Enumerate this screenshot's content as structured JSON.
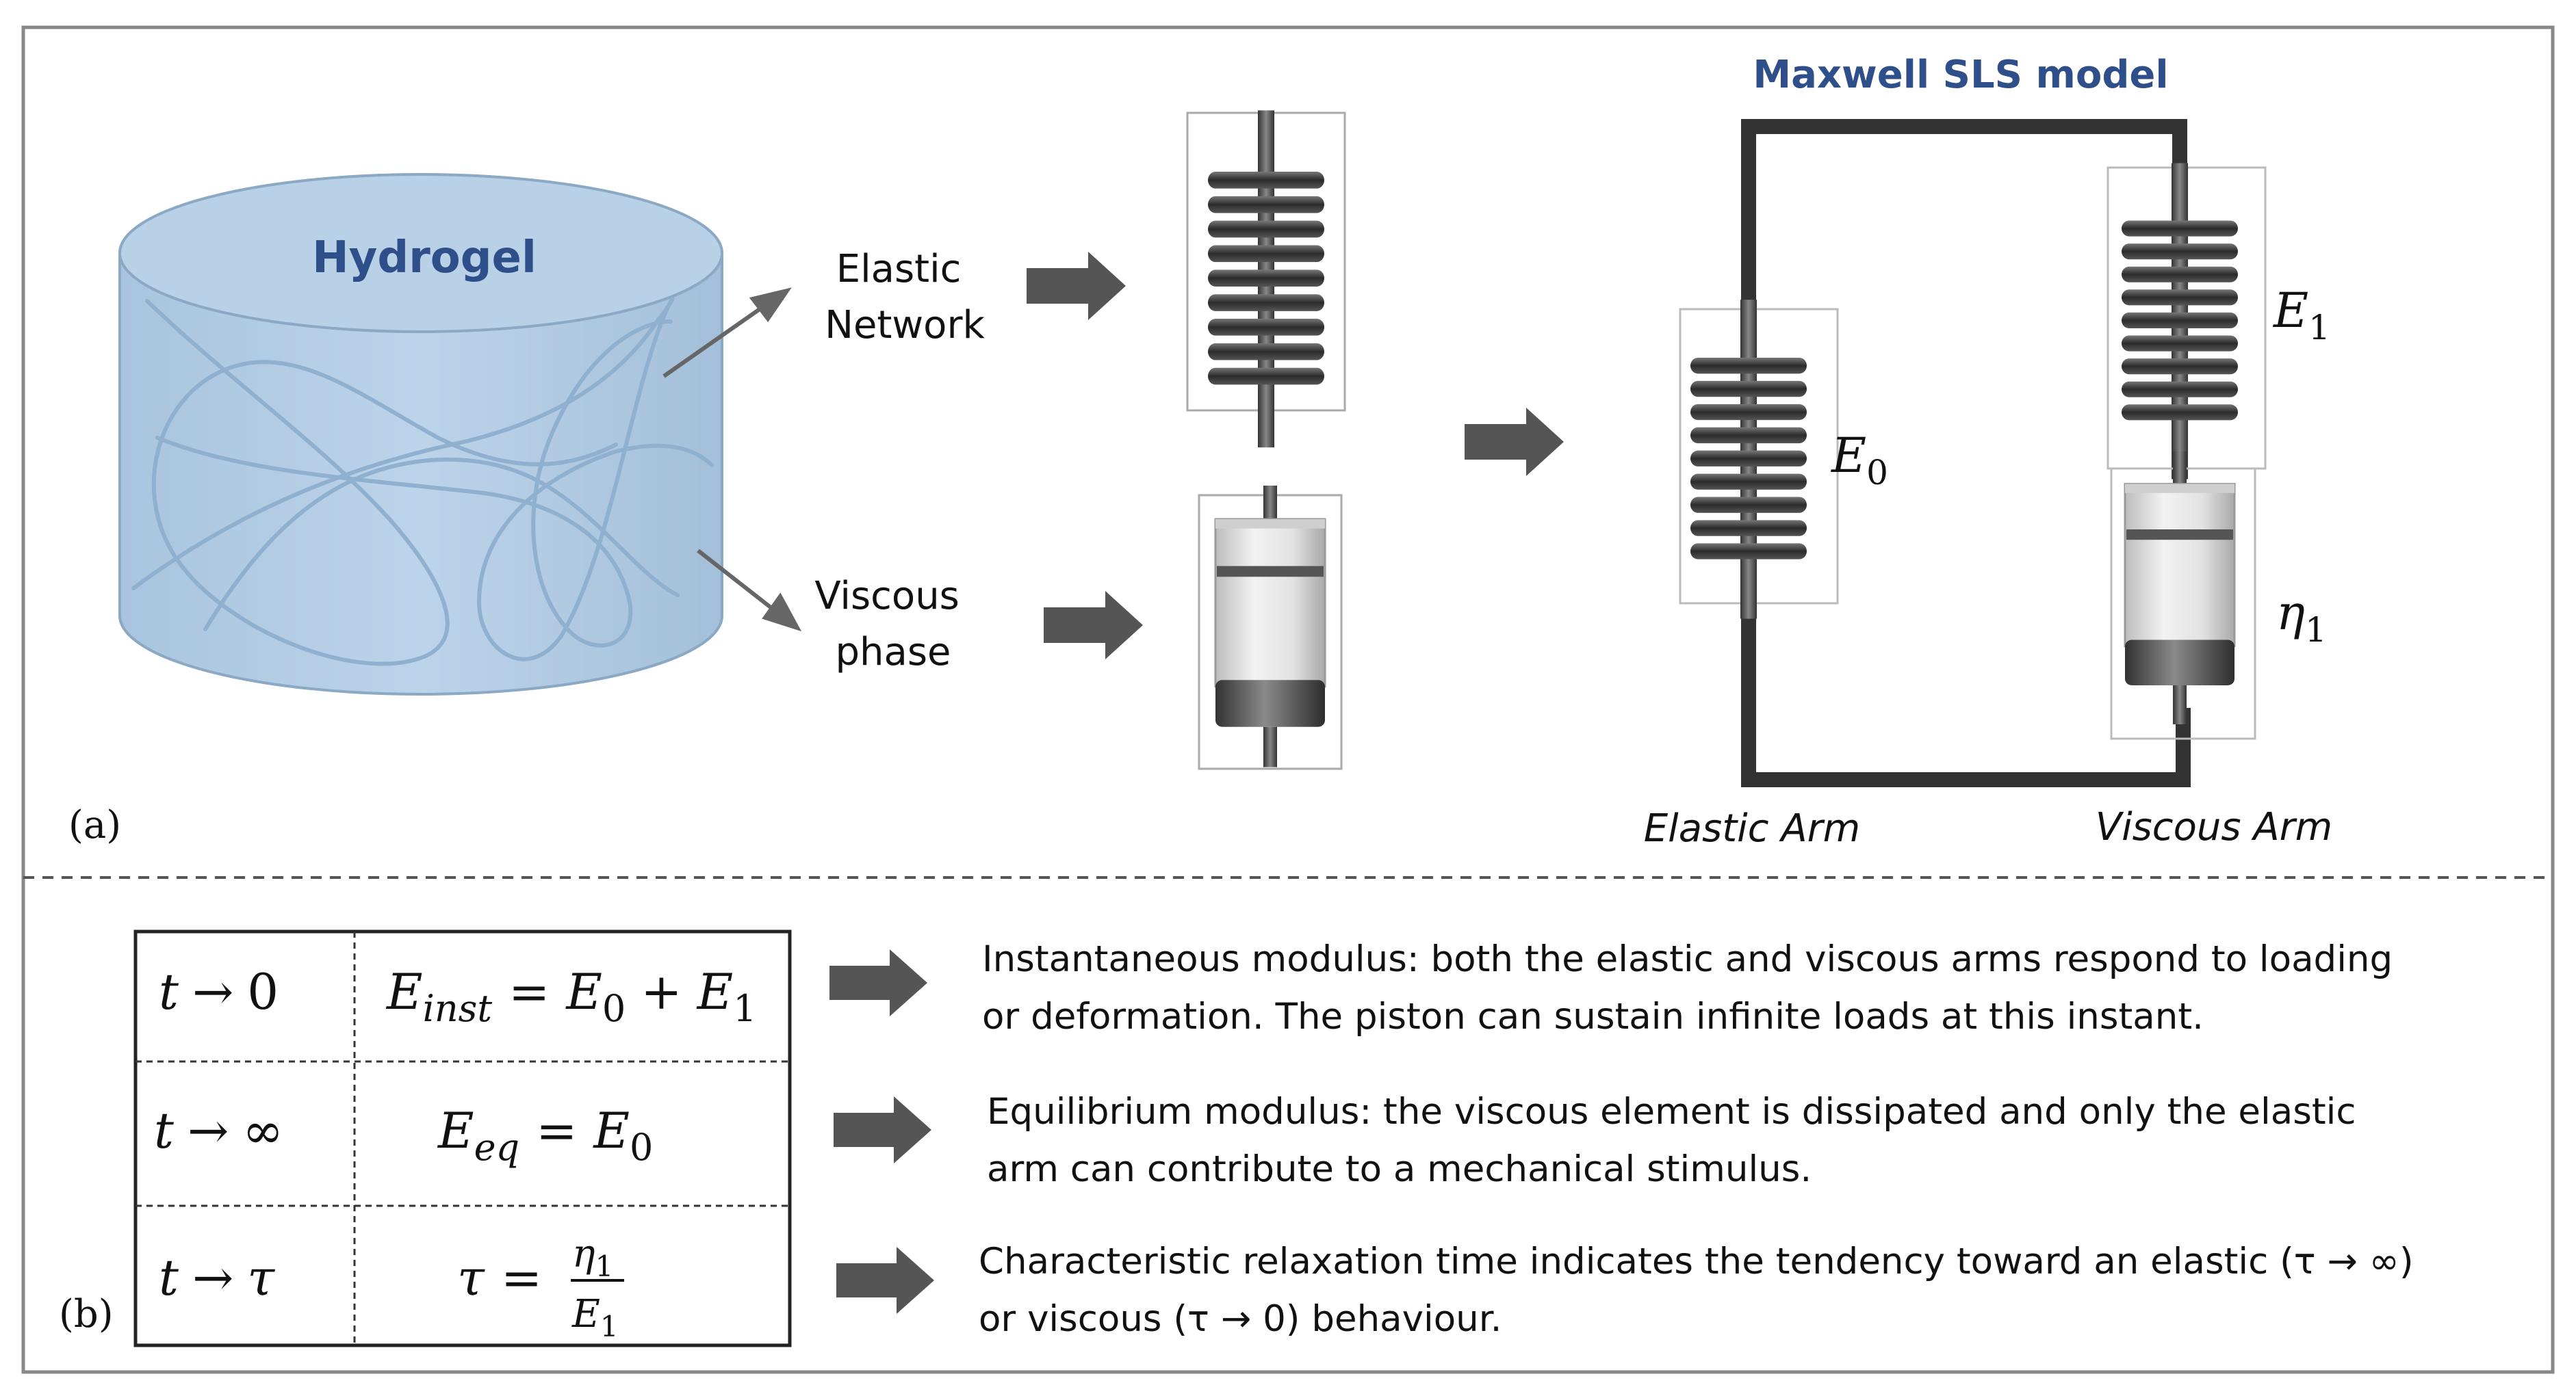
{
  "panel_a": {
    "label": "(a)",
    "hydrogel": "Hydrogel",
    "elastic_network": [
      "Elastic",
      "Network"
    ],
    "viscous_phase": [
      "Viscous",
      "phase"
    ],
    "model_title": "Maxwell SLS model",
    "elastic_arm": "Elastic Arm",
    "viscous_arm": "Viscous Arm",
    "e0": {
      "base": "E",
      "sub": "0"
    },
    "e1": {
      "base": "E",
      "sub": "1"
    },
    "eta1": {
      "base": "η",
      "sub": "1"
    }
  },
  "panel_b": {
    "label": "(b)",
    "rows": [
      {
        "limit": {
          "t": "t",
          "arrow": "→",
          "target": "0"
        },
        "formula": {
          "lhs_base": "E",
          "lhs_sub": "inst",
          "equals": "=",
          "a_base": "E",
          "a_sub": "0",
          "plus": "+",
          "b_base": "E",
          "b_sub": "1"
        },
        "description": [
          "Instantaneous modulus: both the elastic and viscous arms respond to loading",
          "or deformation. The piston can sustain infinite loads at this instant."
        ]
      },
      {
        "limit": {
          "t": "t",
          "arrow": "→",
          "target": "∞"
        },
        "formula": {
          "lhs_base": "E",
          "lhs_sub": "eq",
          "equals": "=",
          "a_base": "E",
          "a_sub": "0"
        },
        "description": [
          "Equilibrium modulus: the viscous element is dissipated and only the elastic",
          "arm can contribute to a mechanical stimulus."
        ]
      },
      {
        "limit": {
          "t": "t",
          "arrow": "→",
          "target": "τ"
        },
        "formula": {
          "lhs": "τ",
          "equals": "=",
          "num_base": "η",
          "num_sub": "1",
          "den_base": "E",
          "den_sub": "1"
        },
        "description": [
          "Characteristic relaxation time indicates the tendency toward an elastic (τ → ∞)",
          "or viscous (τ → 0)  behaviour."
        ]
      }
    ]
  },
  "colors": {
    "hydrogel_fill": "#b3cde3",
    "hydrogel_stroke": "#8ba8c4",
    "title_blue": "#2f4f8a",
    "circuit": "#333333",
    "arrow": "#555555"
  }
}
